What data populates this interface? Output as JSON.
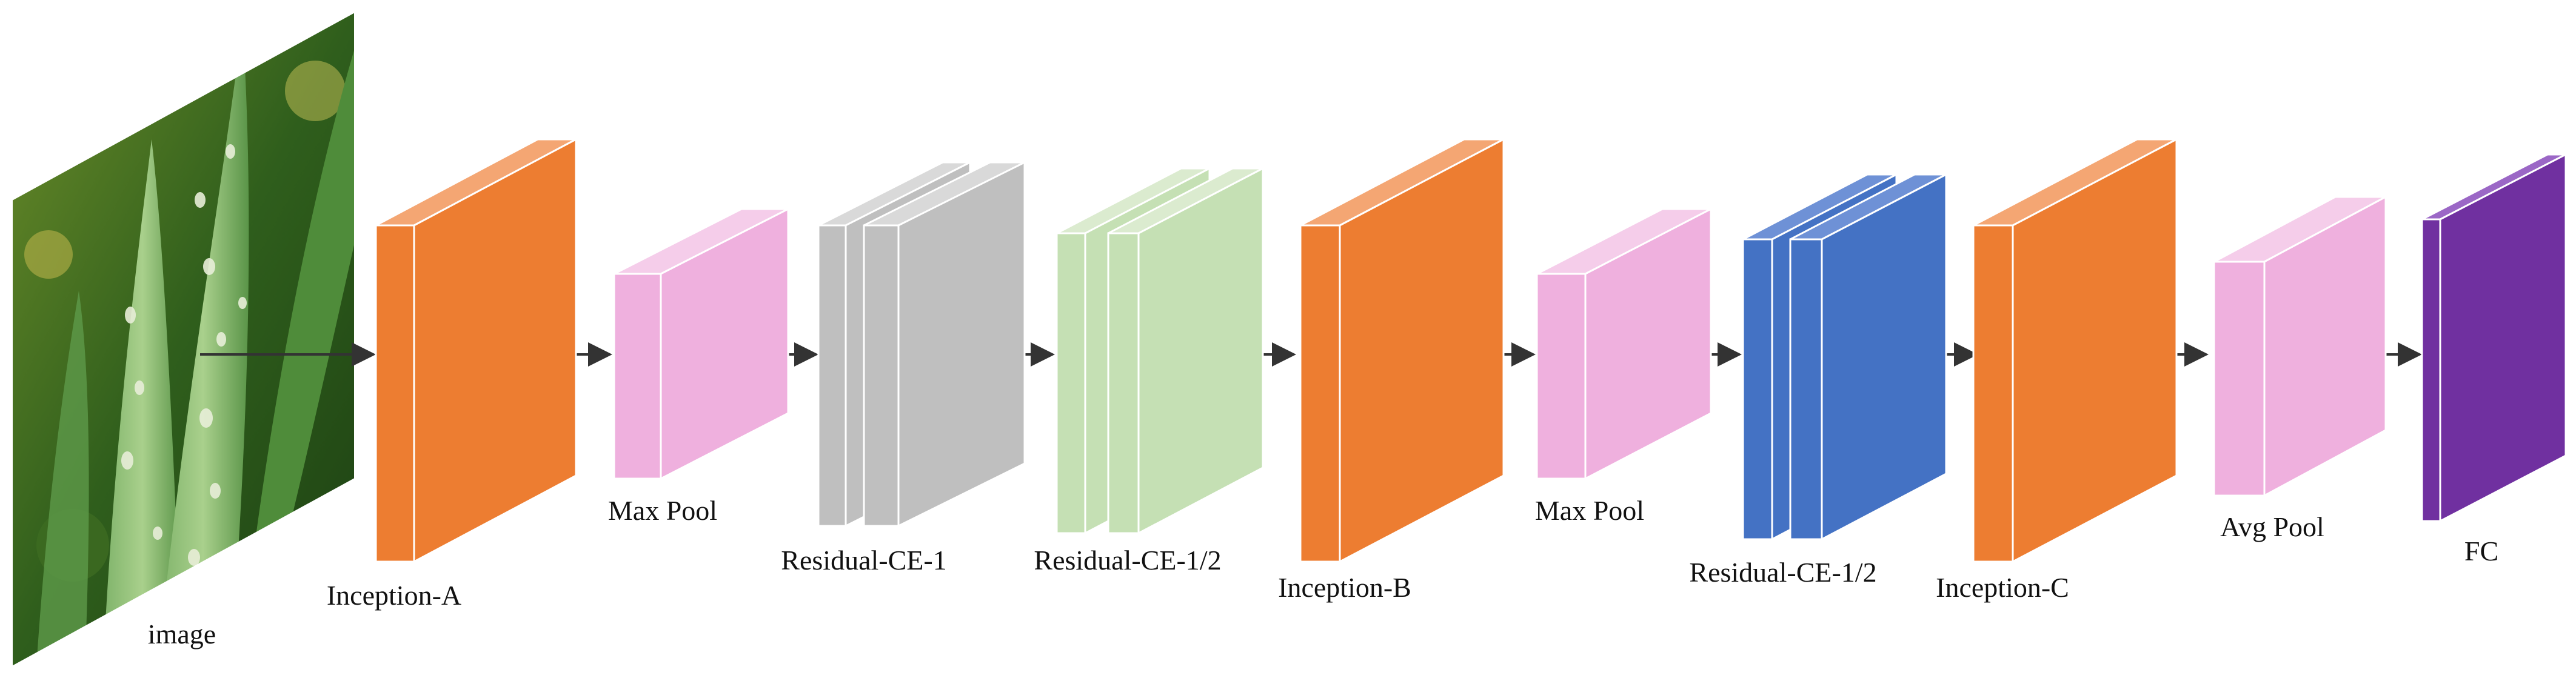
{
  "diagram": {
    "input": {
      "label": "image"
    },
    "blocks": [
      {
        "id": "inception-a",
        "label": "Inception-A",
        "color": "#ED7D31"
      },
      {
        "id": "max-pool-1",
        "label": "Max Pool",
        "color": "#EFB0DE"
      },
      {
        "id": "residual-ce-1",
        "label": "Residual-CE-1",
        "color": "#BFBFBF"
      },
      {
        "id": "residual-ce-1-2-a",
        "label": "Residual-CE-1/2",
        "color": "#C5E0B4"
      },
      {
        "id": "inception-b",
        "label": "Inception-B",
        "color": "#ED7D31"
      },
      {
        "id": "max-pool-2",
        "label": "Max Pool",
        "color": "#EFB0DE"
      },
      {
        "id": "residual-ce-1-2-b",
        "label": "Residual-CE-1/2",
        "color": "#4472C4"
      },
      {
        "id": "inception-c",
        "label": "Inception-C",
        "color": "#ED7D31"
      },
      {
        "id": "avg-pool",
        "label": "Avg Pool",
        "color": "#EFB0DE"
      },
      {
        "id": "fc",
        "label": "FC",
        "color": "#7030A0"
      }
    ]
  }
}
